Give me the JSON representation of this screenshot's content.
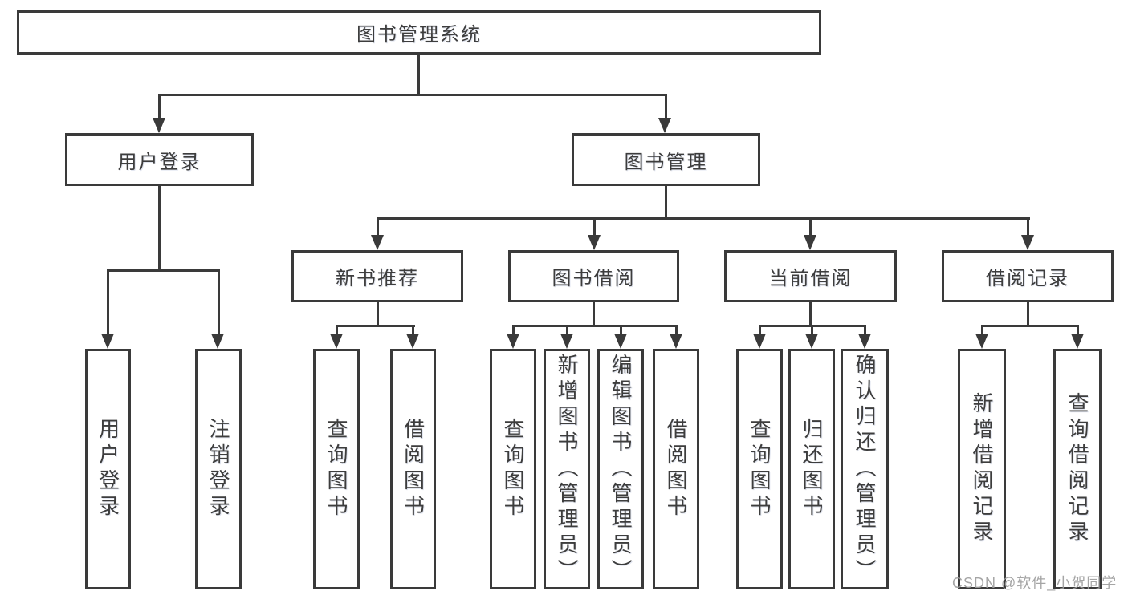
{
  "diagram": {
    "root": {
      "label": "图书管理系统"
    },
    "level2": [
      {
        "label": "用户登录"
      },
      {
        "label": "图书管理"
      }
    ],
    "sections": [
      {
        "label": "新书推荐"
      },
      {
        "label": "图书借阅"
      },
      {
        "label": "当前借阅"
      },
      {
        "label": "借阅记录"
      }
    ],
    "leaves": {
      "user": [
        {
          "label": "用户登录"
        },
        {
          "label": "注销登录"
        }
      ],
      "recommend": [
        {
          "label": "查询图书"
        },
        {
          "label": "借阅图书"
        }
      ],
      "borrow": [
        {
          "label": "查询图书"
        },
        {
          "label": "新增图书（管理员）"
        },
        {
          "label": "编辑图书（管理员）"
        },
        {
          "label": "借阅图书"
        }
      ],
      "current": [
        {
          "label": "查询图书"
        },
        {
          "label": "归还图书"
        },
        {
          "label": "确认归还（管理员）"
        }
      ],
      "records": [
        {
          "label": "新增借阅记录"
        },
        {
          "label": "查询借阅记录"
        }
      ]
    },
    "watermark": "CSDN @软件_小贺同学",
    "colors": {
      "line": "#3a3a3a",
      "text": "#3d3d3d",
      "watermark": "#9e9e9e",
      "background": "#ffffff"
    }
  }
}
